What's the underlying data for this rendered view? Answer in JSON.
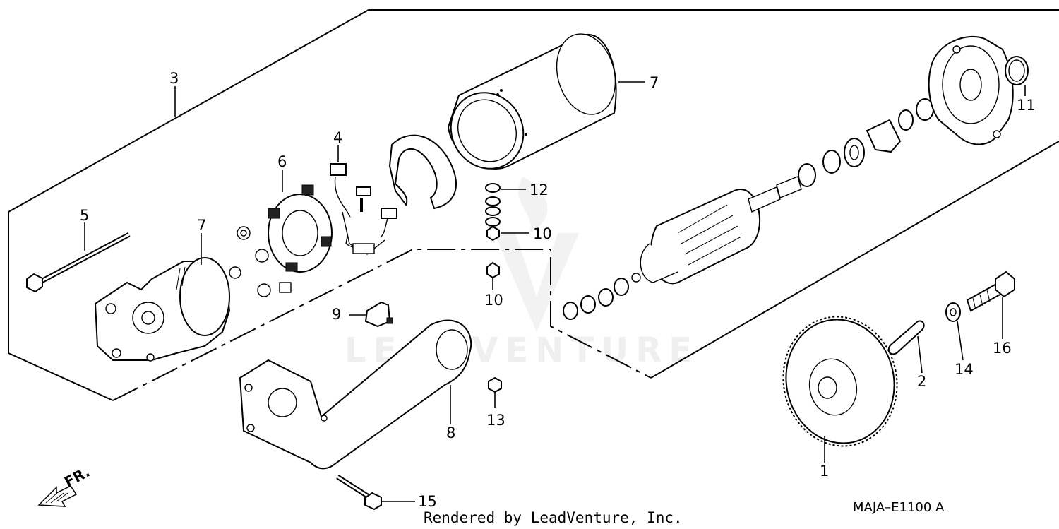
{
  "callouts": {
    "c1": "1",
    "c2": "2",
    "c3": "3",
    "c4": "4",
    "c5": "5",
    "c6": "6",
    "c7a": "7",
    "c7b": "7",
    "c8": "8",
    "c9": "9",
    "c10a": "10",
    "c10b": "10",
    "c11": "11",
    "c12": "12",
    "c13": "13",
    "c14": "14",
    "c15": "15",
    "c16": "16"
  },
  "direction_marker": "FR.",
  "watermark": "LEADVENTURE",
  "credit": "Rendered by LeadVenture, Inc.",
  "diagram_code": "MAJA–E1100 A"
}
